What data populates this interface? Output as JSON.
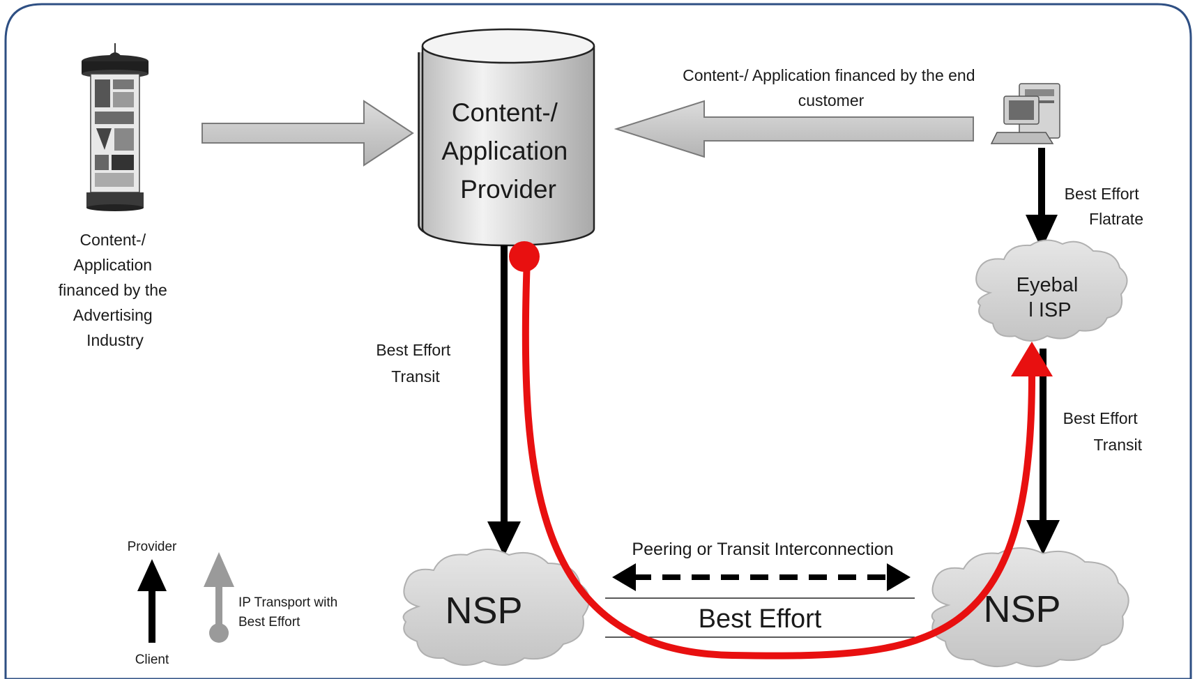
{
  "provider": {
    "label_lines": [
      "Content-/",
      "Application",
      "Provider"
    ]
  },
  "advertising": {
    "label_lines": [
      "Content-/",
      "Application",
      "financed by the",
      "Advertising",
      "Industry"
    ]
  },
  "end_customer": {
    "label_lines": [
      "Content-/ Application financed by the end",
      "customer"
    ]
  },
  "flows": {
    "best_effort_flatrate": [
      "Best Effort",
      "Flatrate"
    ],
    "best_effort_transit_left": [
      "Best Effort",
      "Transit"
    ],
    "best_effort_transit_right": [
      "Best Effort",
      "Transit"
    ],
    "peering": "Peering or Transit Interconnection",
    "best_effort_link": "Best Effort"
  },
  "clouds": {
    "eyeball_isp": [
      "Eyebal",
      "l ISP"
    ],
    "nsp_left": "NSP",
    "nsp_right": "NSP"
  },
  "legend": {
    "provider": "Provider",
    "client": "Client",
    "ip_transport": [
      "IP Transport with",
      "Best Effort"
    ]
  },
  "colors": {
    "frame": "#2e4f83",
    "arrow_fill": "#c8c8c8",
    "cloud_fill": "#d9d9d9",
    "red_path": "#e81010",
    "black_arrow": "#000000",
    "gray_arrow": "#9a9a9a"
  },
  "icons": {
    "advertising_column": "advertising-column-icon",
    "computer": "computer-icon"
  }
}
